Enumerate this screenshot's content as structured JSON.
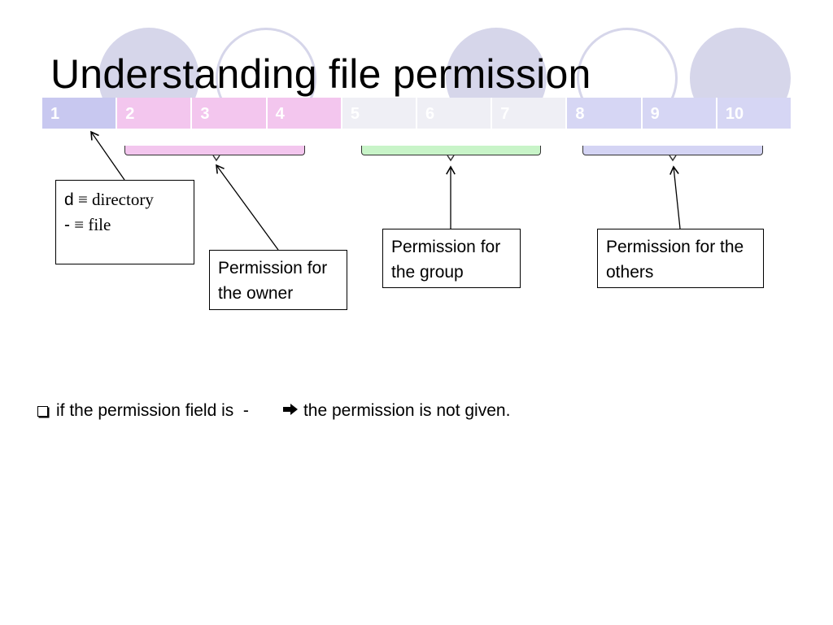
{
  "slide": {
    "title": "Understanding file permission"
  },
  "permission_bits": {
    "cells": [
      {
        "label": "1",
        "color": "#c8c8f0"
      },
      {
        "label": "2",
        "color": "#f3c6ee"
      },
      {
        "label": "3",
        "color": "#f3c6ee"
      },
      {
        "label": "4",
        "color": "#f3c6ee"
      },
      {
        "label": "5",
        "color": "#efeff5"
      },
      {
        "label": "6",
        "color": "#efeff5"
      },
      {
        "label": "7",
        "color": "#efeff5"
      },
      {
        "label": "8",
        "color": "#d6d6f4"
      },
      {
        "label": "9",
        "color": "#d6d6f4"
      },
      {
        "label": "10",
        "color": "#d6d6f4"
      }
    ]
  },
  "legend": {
    "directory_key": "d",
    "directory_value": " ≡ directory",
    "file_key": "-",
    "file_value": " ≡ file"
  },
  "labels": {
    "owner": "Permission for the owner",
    "group": "Permission for the group",
    "others": "Permission for the others"
  },
  "note": {
    "text_before": "if the permission field is  -  ",
    "text_after": "the permission is not given."
  },
  "colors": {
    "owner": "#f3c6ee",
    "group": "#c8f4c8",
    "others": "#d4d4f4",
    "decoration": "#d6d6ea"
  }
}
